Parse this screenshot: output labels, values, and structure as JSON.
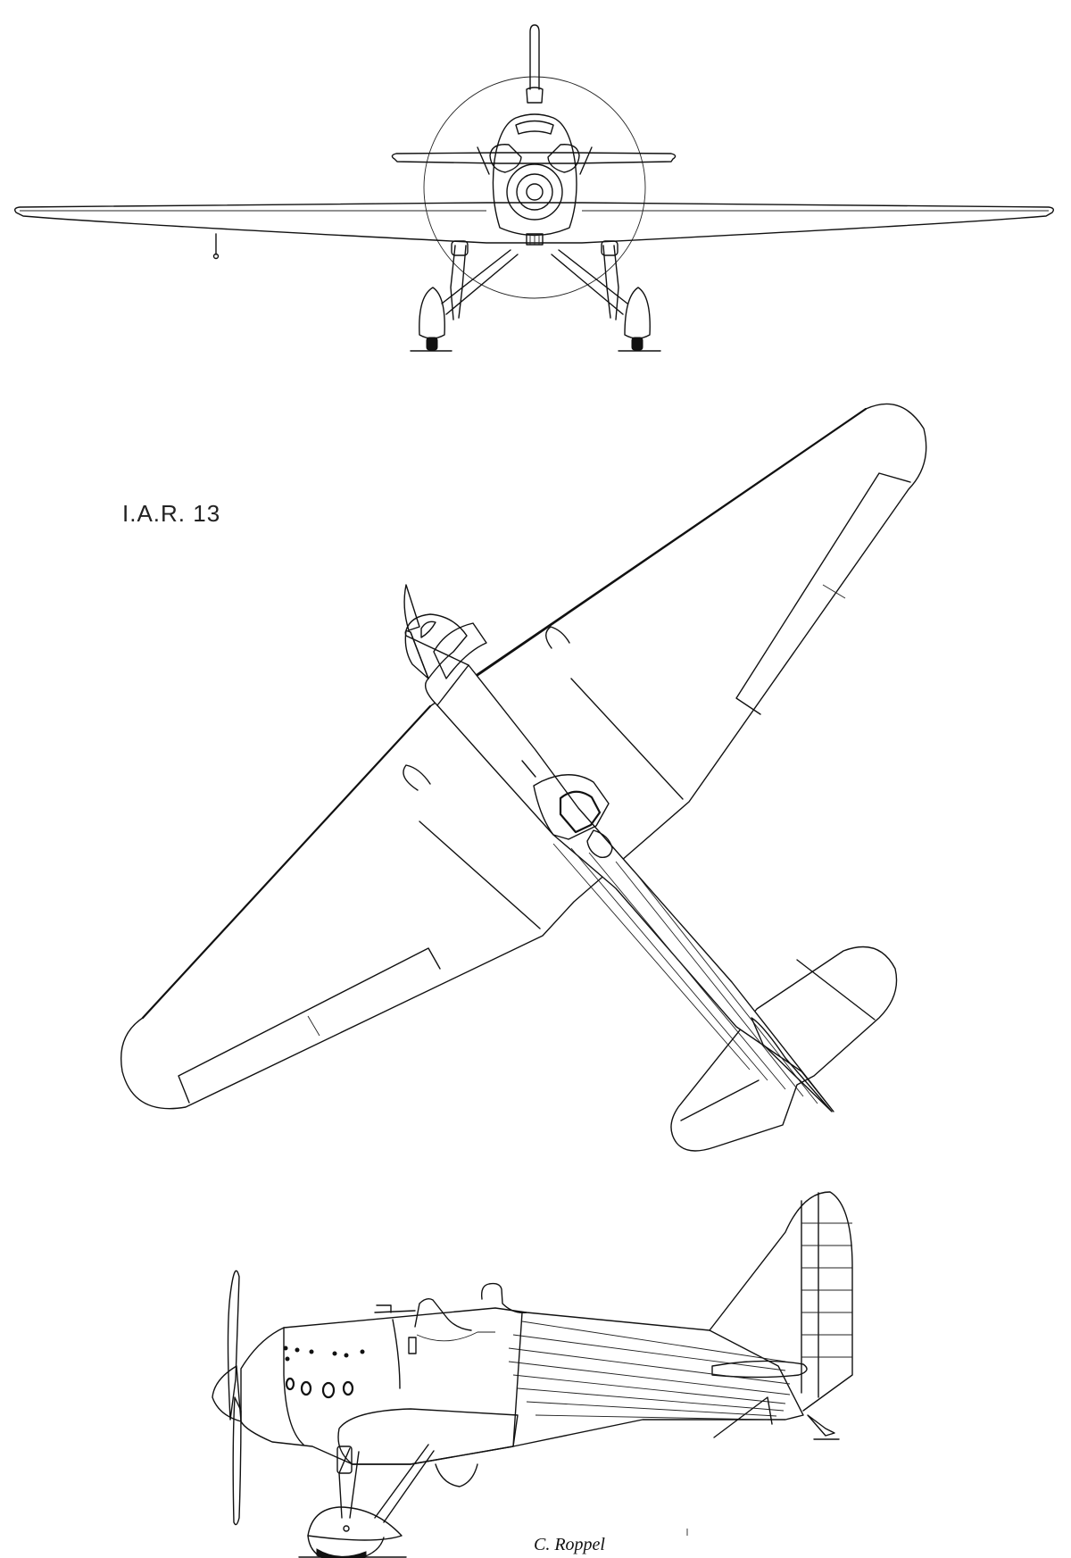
{
  "drawing": {
    "title": "I.A.R. 13",
    "views": [
      "front",
      "top",
      "side"
    ],
    "signature": "C. Roppel",
    "line_color": "#111111",
    "background": "#ffffff"
  }
}
